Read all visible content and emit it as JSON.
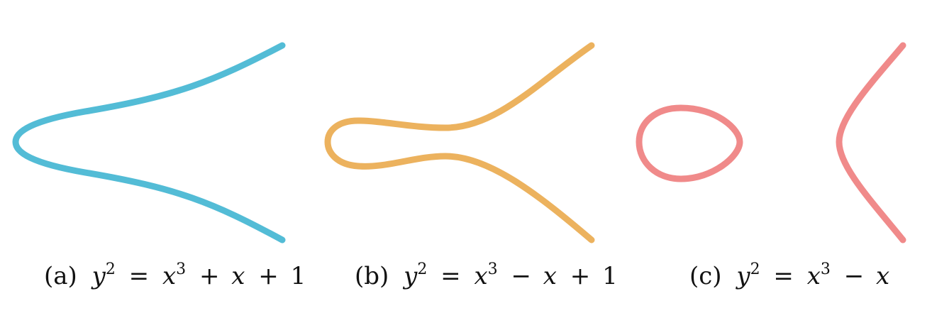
{
  "figure": {
    "panels": [
      {
        "id": "a",
        "color": "#53bcd6",
        "caption": {
          "label": "(a)",
          "lhs_var": "y",
          "lhs_exp": "2",
          "eq": "=",
          "var": "x",
          "exp": "3",
          "rest": [
            {
              "op": "+",
              "term": "x",
              "italic": true
            },
            {
              "op": "+",
              "term": "1",
              "italic": false
            }
          ]
        }
      },
      {
        "id": "b",
        "color": "#ecb25e",
        "caption": {
          "label": "(b)",
          "lhs_var": "y",
          "lhs_exp": "2",
          "eq": "=",
          "var": "x",
          "exp": "3",
          "rest": [
            {
              "op": "−",
              "term": "x",
              "italic": true
            },
            {
              "op": "+",
              "term": "1",
              "italic": false
            }
          ]
        }
      },
      {
        "id": "c",
        "color": "#f08a8a",
        "caption": {
          "label": "(c)",
          "lhs_var": "y",
          "lhs_exp": "2",
          "eq": "=",
          "var": "x",
          "exp": "3",
          "rest": [
            {
              "op": "−",
              "term": "x",
              "italic": true
            }
          ]
        }
      }
    ]
  }
}
